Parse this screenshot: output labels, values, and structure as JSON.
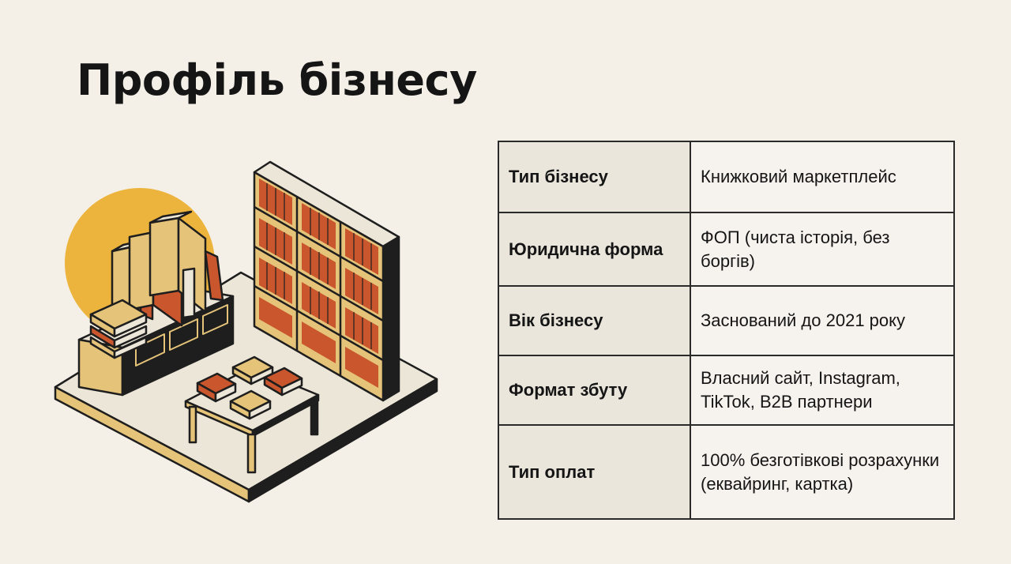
{
  "page": {
    "title": "Профіль бізнесу"
  },
  "profile_table": {
    "rows": [
      {
        "label": "Тип бізнесу",
        "value": "Книжковий маркетплейс"
      },
      {
        "label": "Юридична форма",
        "value": "ФОП (чиста історія, без боргів)"
      },
      {
        "label": "Вік бізнесу",
        "value": "Заснований до 2021 року"
      },
      {
        "label": "Формат збуту",
        "value": "Власний сайт, Instagram, TikTok, B2B партнери"
      },
      {
        "label": "Тип оплат",
        "value": "100% безготівкові розрахунки (еквайринг, картка)"
      }
    ]
  },
  "illustration": {
    "icon": "bookstore-illustration",
    "colors": {
      "accent_circle": "#ecb43c",
      "wood": "#e5c47a",
      "book_red": "#c9562c",
      "outline": "#1e1e1e",
      "floor": "#ece6d8"
    }
  }
}
